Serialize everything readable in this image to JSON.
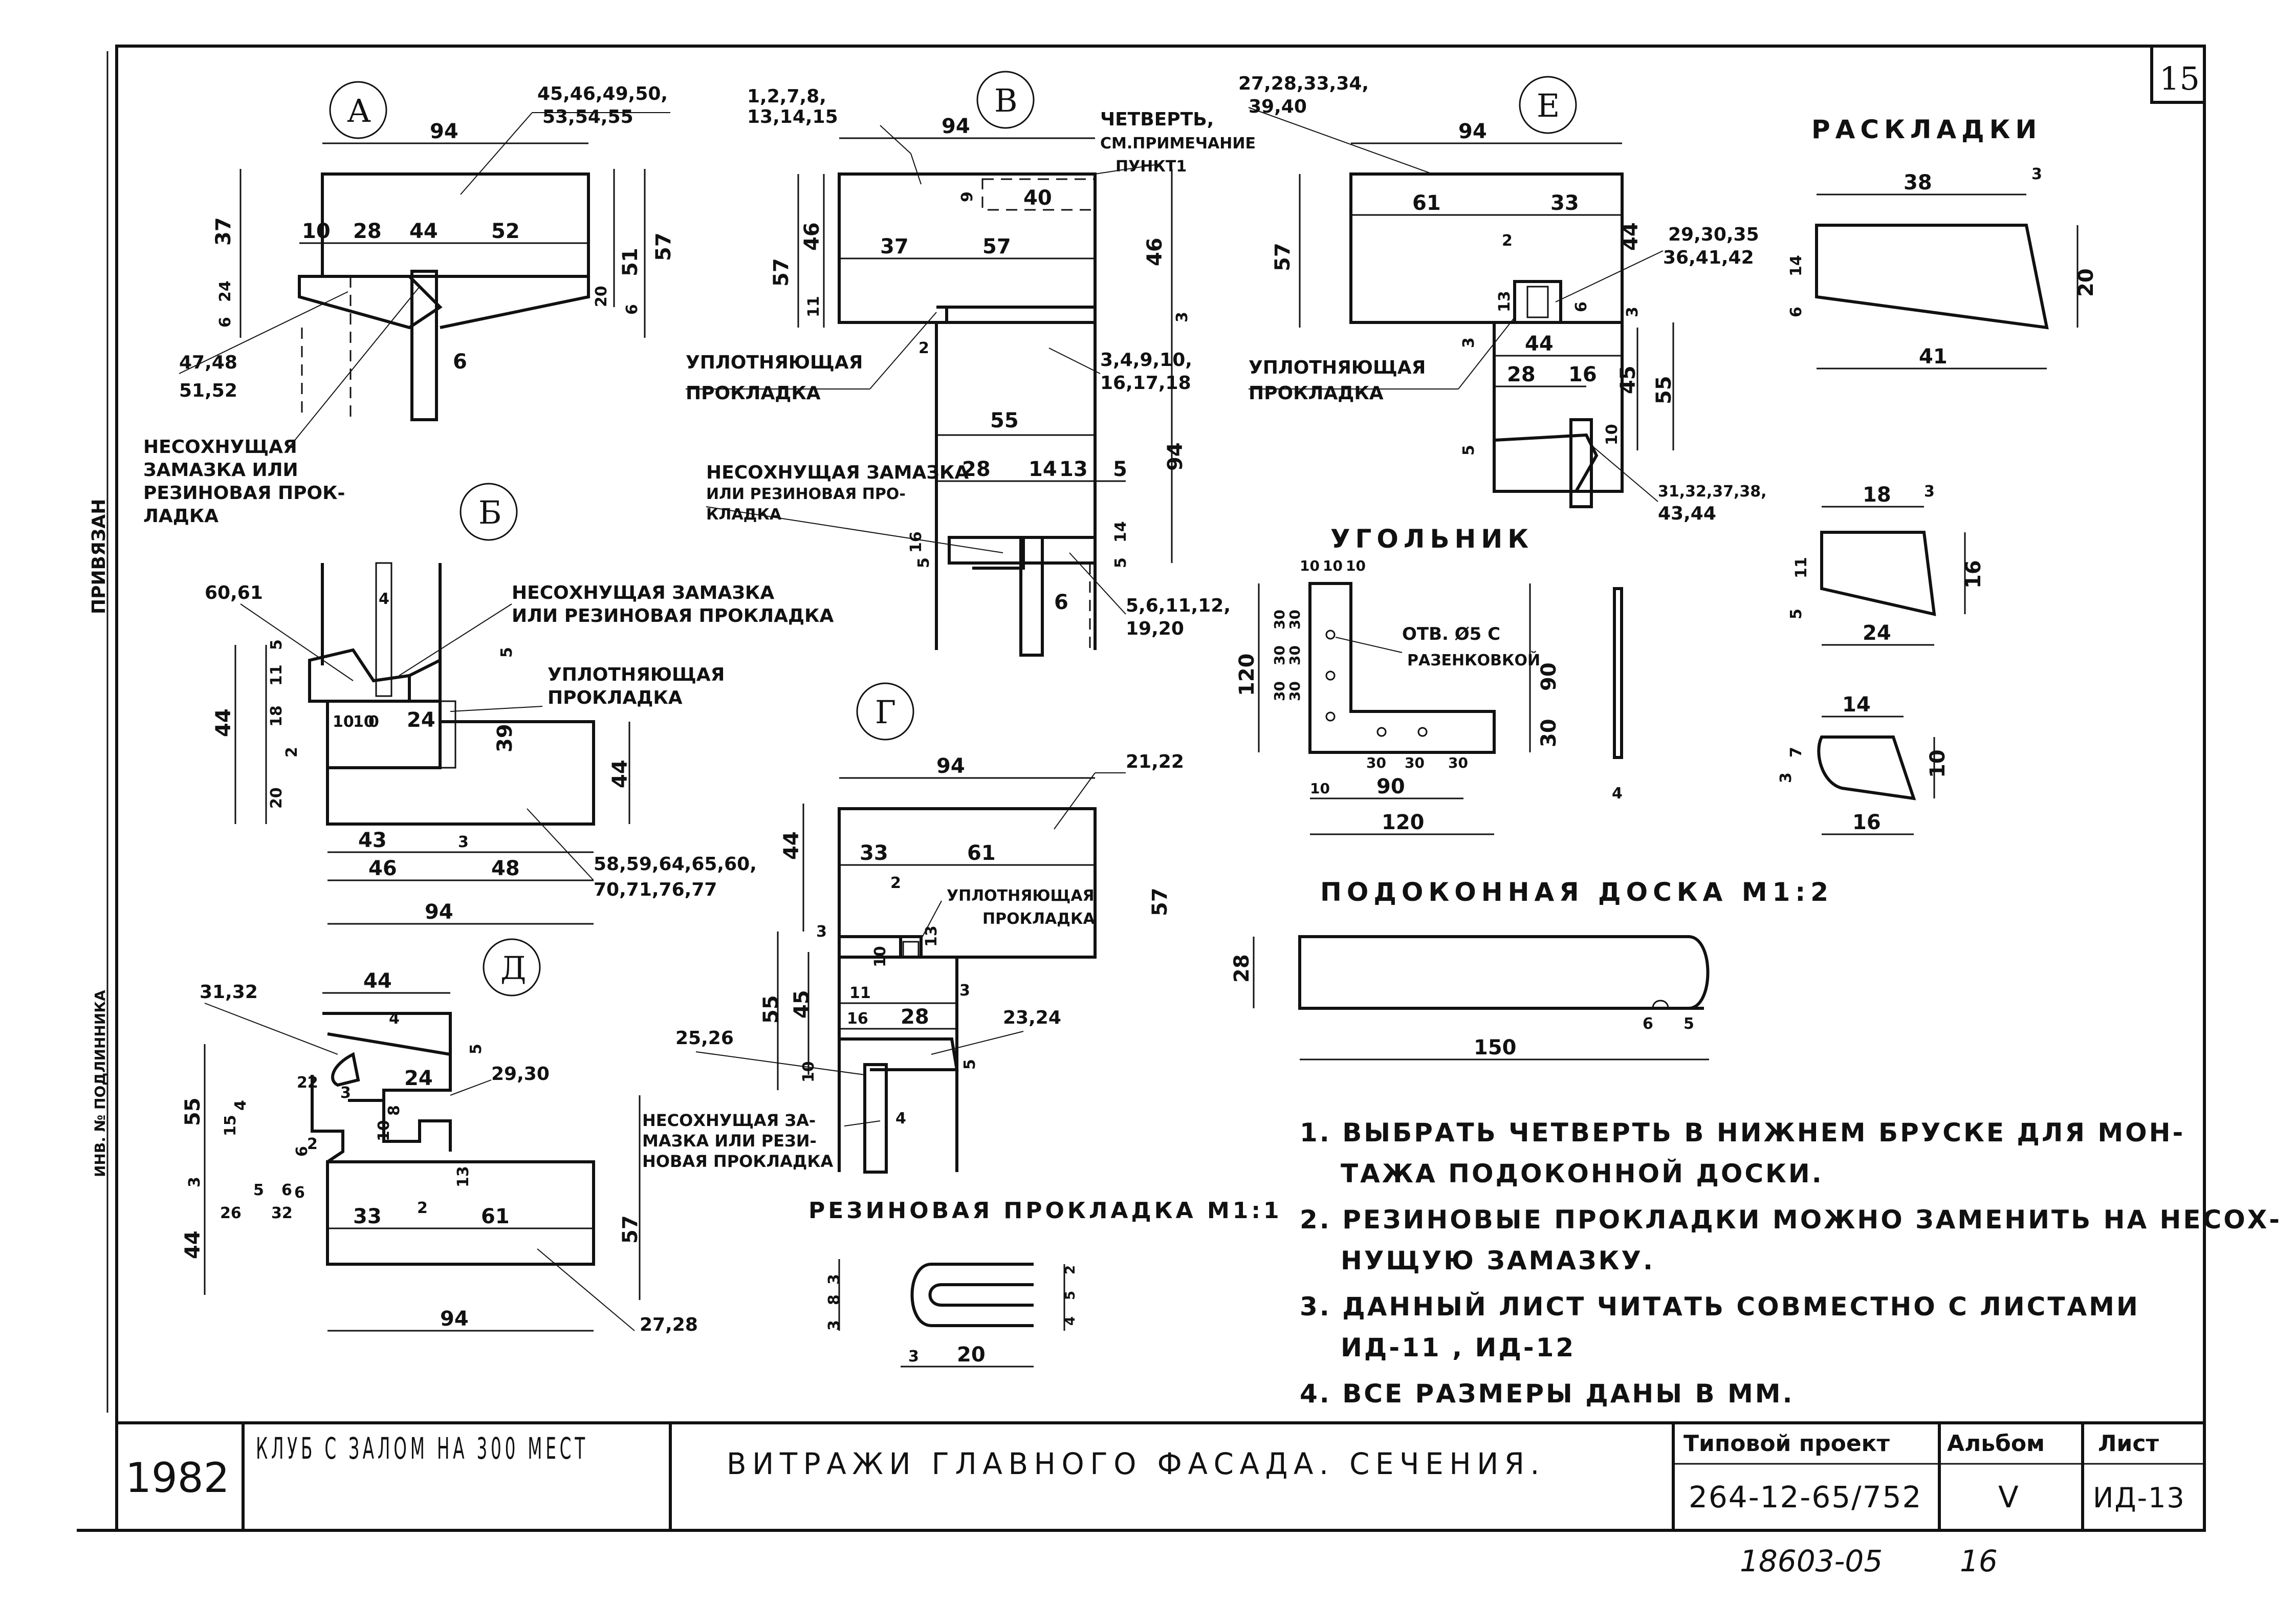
{
  "sheet": {
    "sheet_number": "15",
    "year": "1982",
    "project_name": "КЛУБ С ЗАЛОМ НА 300 МЕСТ",
    "drawing_title": "ВИТРАЖИ ГЛАВНОГО ФАСАДА. СЕЧЕНИЯ.",
    "col_project_header": "Типовой проект",
    "project_code": "264-12-65/752",
    "col_album_header": "Альбом",
    "album": "V",
    "col_sheet_header": "Лист",
    "sheet_code": "ИД-13",
    "handwritten_code": "18603-05",
    "handwritten_page": "16",
    "side_stamp": "ПРИВЯЗАН",
    "side_text": "ИНВ. № ПОДЛИННИКА"
  },
  "sections": {
    "A": {
      "mark": "А",
      "dims": [
        "94",
        "37",
        "10",
        "28",
        "44",
        "52",
        "6",
        "24",
        "51",
        "57",
        "6",
        "20",
        "6"
      ],
      "callouts": [
        "45,46,49,50,",
        "53,54,55",
        "47,48",
        "51,52"
      ]
    },
    "B": {
      "mark": "В",
      "dims": [
        "94",
        "57",
        "46",
        "11",
        "9",
        "40",
        "37",
        "57",
        "46",
        "3",
        "2",
        "55",
        "94",
        "28",
        "14",
        "13",
        "5",
        "16",
        "5",
        "5",
        "14",
        "6"
      ],
      "callouts": [
        "1,2,7,8,",
        "13,14,15",
        "ЧЕТВЕРТЬ,",
        "СМ.ПРИМЕЧАНИЕ",
        "ПУНКТ1",
        "3,4,9,10,",
        "16,17,18",
        "5,6,11,12,",
        "19,20"
      ]
    },
    "E": {
      "mark": "Е",
      "dims": [
        "94",
        "61",
        "33",
        "57",
        "2",
        "44",
        "3",
        "13",
        "6",
        "3",
        "44",
        "28",
        "16",
        "45",
        "55",
        "5",
        "10"
      ],
      "callouts": [
        "27,28,33,34,",
        "39,40",
        "29,30,35",
        "36,41,42",
        "31,32,37,38,",
        "43,44"
      ]
    },
    "Б": {
      "mark": "Б",
      "dims": [
        "4",
        "5",
        "11",
        "5",
        "44",
        "18",
        "2",
        "10",
        "10",
        "0",
        "24",
        "39",
        "44",
        "43",
        "3",
        "46",
        "48",
        "94",
        "20"
      ],
      "callouts": [
        "60,61",
        "58,59,64,65,60,",
        "70,71,76,77"
      ]
    },
    "Г": {
      "mark": "Г",
      "dims": [
        "94",
        "44",
        "33",
        "61",
        "57",
        "2",
        "10",
        "13",
        "3",
        "3",
        "55",
        "45",
        "11",
        "16",
        "28",
        "10",
        "5",
        "4"
      ],
      "callouts": [
        "21,22",
        "23,24",
        "25,26"
      ]
    },
    "Д": {
      "mark": "Д",
      "dims": [
        "44",
        "4",
        "5",
        "55",
        "22",
        "24",
        "3",
        "15",
        "4",
        "2",
        "6",
        "3",
        "6",
        "10",
        "8",
        "5",
        "6",
        "26",
        "32",
        "13",
        "33",
        "2",
        "61",
        "44",
        "57",
        "94"
      ],
      "callouts": [
        "31,32",
        "29,30",
        "27,28"
      ]
    }
  },
  "labels": {
    "seal": "УПЛОТНЯЮЩАЯ ПРОКЛАДКА",
    "putty_a": "НЕСОХНУЩАЯ ЗАМАЗКА ИЛИ РЕЗИНОВАЯ ПРОК-ЛАДКА",
    "putty_b": "НЕСОХНУЩАЯ ЗАМАЗКА ИЛИ РЕЗИНОВАЯ ПРО-КЛАДКА",
    "putty_bb": "НЕСОХНУЩАЯ ЗАМАЗКА ИЛИ РЕЗИНОВАЯ ПРОКЛАДКА",
    "putty_g": "НЕСОХНУЩАЯ ЗА-МАЗКА ИЛИ РЕЗИ-НОВАЯ ПРОКЛАДКА"
  },
  "layouts": {
    "title": "РАСКЛАДКИ",
    "r1": [
      "38",
      "3",
      "14",
      "6",
      "20",
      "41"
    ],
    "r2": [
      "18",
      "3",
      "5",
      "11",
      "16",
      "24"
    ],
    "r3": [
      "14",
      "3",
      "7",
      "10",
      "16"
    ]
  },
  "corner": {
    "title": "УГОЛЬНИК",
    "dims": [
      "10",
      "10",
      "10",
      "30",
      "30",
      "30",
      "120",
      "30",
      "30",
      "30",
      "30",
      "30",
      "30",
      "90",
      "120",
      "90",
      "30",
      "10"
    ],
    "hole_note": "ОТВ. Ø5 С РАЗЕНКОВКОЙ",
    "strip_dim": "4"
  },
  "sill": {
    "title": "ПОДОКОННАЯ ДОСКА М1:2",
    "dims": [
      "28",
      "6",
      "5",
      "150"
    ]
  },
  "gasket": {
    "title": "РЕЗИНОВАЯ ПРОКЛАДКА М1:1",
    "dims": [
      "3",
      "8",
      "3",
      "2",
      "5",
      "4",
      "3",
      "20"
    ]
  },
  "notes": [
    "1. ВЫБРАТЬ ЧЕТВЕРТЬ В НИЖНЕМ БРУСКЕ ДЛЯ МОН-",
    "ТАЖА ПОДОКОННОЙ ДОСКИ.",
    "2. РЕЗИНОВЫЕ ПРОКЛАДКИ МОЖНО ЗАМЕНИТЬ НА НЕСОХ-",
    "НУЩУЮ ЗАМАЗКУ.",
    "3. ДАННЫЙ ЛИСТ ЧИТАТЬ СОВМЕСТНО С ЛИСТАМИ",
    "ИД-11 , ИД-12",
    "4. ВСЕ РАЗМЕРЫ ДАНЫ В ММ."
  ]
}
